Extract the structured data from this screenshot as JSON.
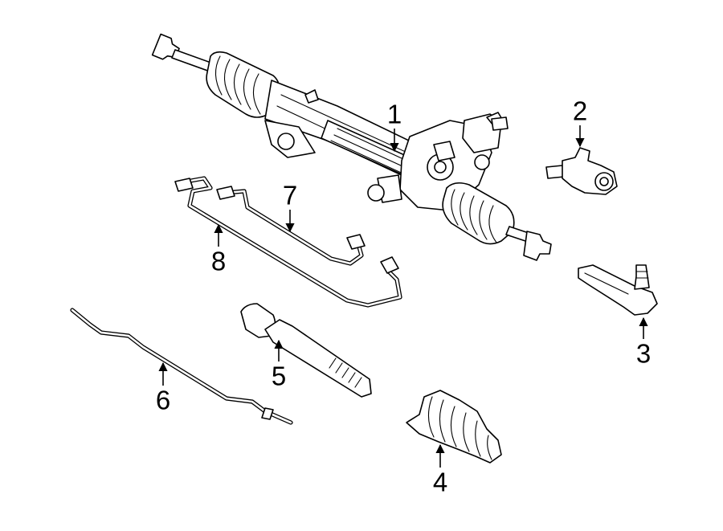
{
  "colors": {
    "background": "#ffffff",
    "ink": "#000000"
  },
  "callouts": [
    {
      "id": "1",
      "label": "1"
    },
    {
      "id": "2",
      "label": "2"
    },
    {
      "id": "3",
      "label": "3"
    },
    {
      "id": "4",
      "label": "4"
    },
    {
      "id": "5",
      "label": "5"
    },
    {
      "id": "6",
      "label": "6"
    },
    {
      "id": "7",
      "label": "7"
    },
    {
      "id": "8",
      "label": "8"
    }
  ]
}
